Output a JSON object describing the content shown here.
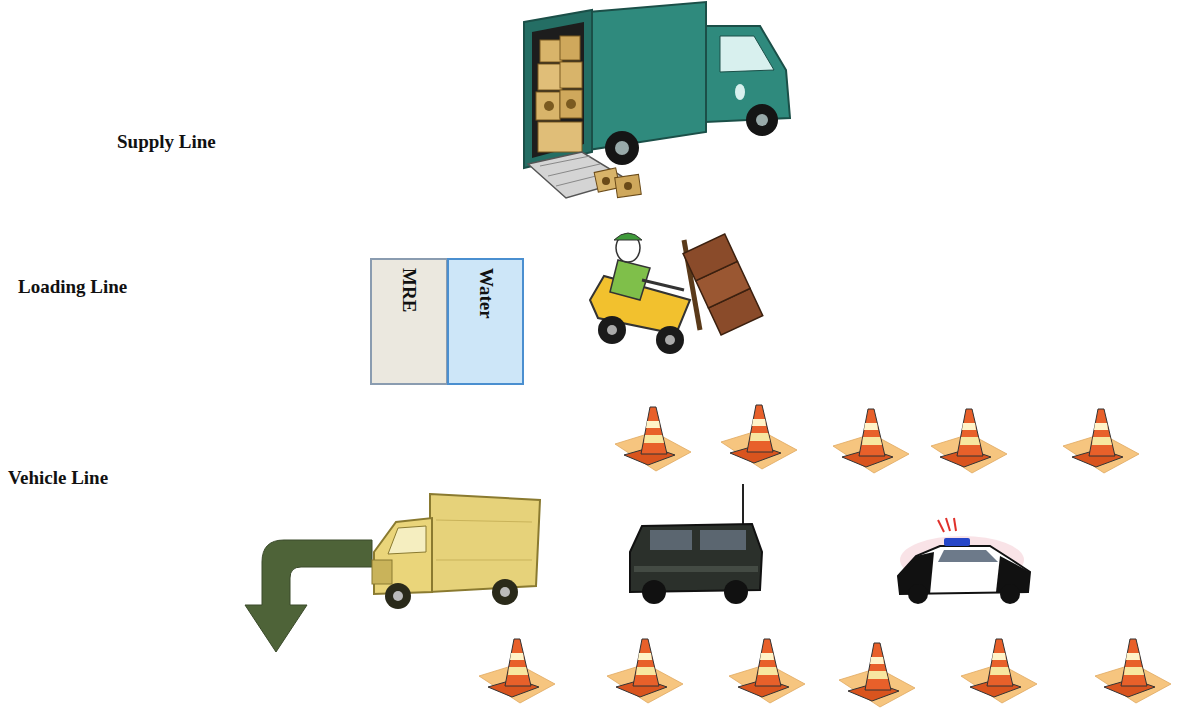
{
  "diagram": {
    "nodes": [
      {
        "text": [
          "MRE"
        ]
      },
      {
        "text": [
          "Water"
        ]
      }
    ],
    "labels": [
      "Supply Line",
      "Loading Line",
      "Vehicle Line"
    ]
  }
}
